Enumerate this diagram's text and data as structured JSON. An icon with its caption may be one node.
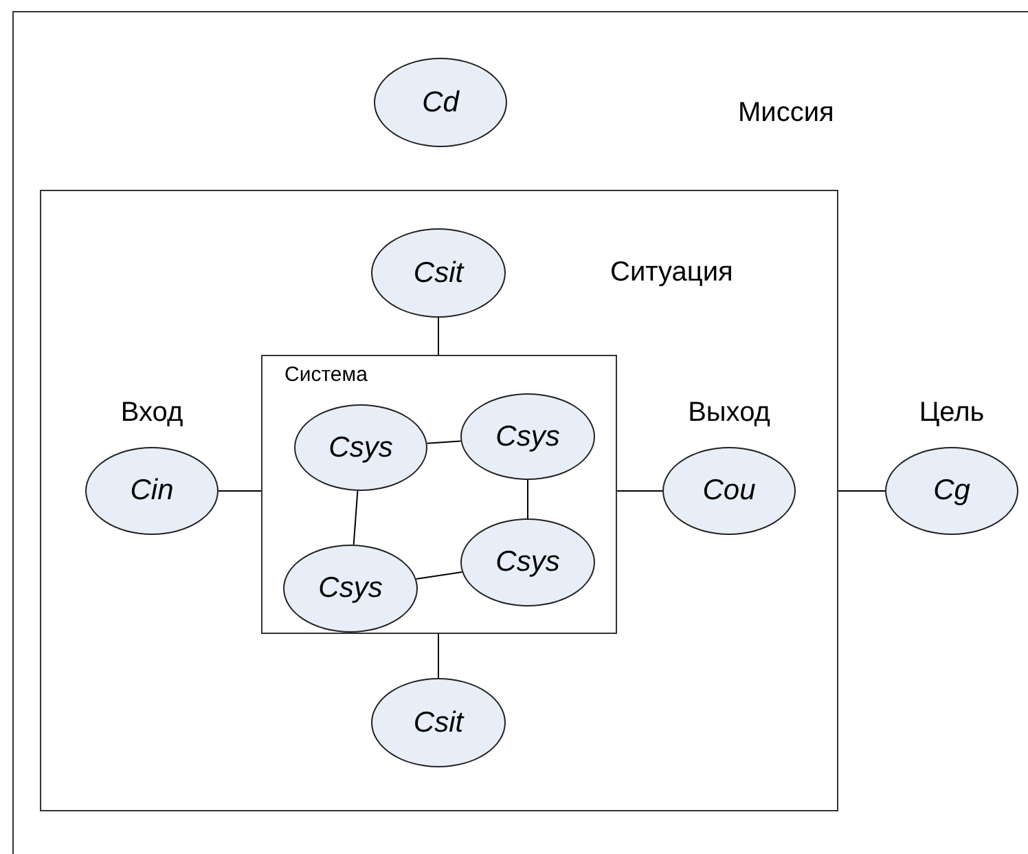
{
  "diagram": {
    "nodes": [
      {
        "text": [
          "Миссия"
        ]
      },
      {
        "text": [
          "Cd"
        ],
        "in": 0
      },
      {
        "text": [
          "Ситуация"
        ],
        "in": 0
      },
      {
        "text": [
          "Csit"
        ],
        "in": 2
      },
      {
        "text": [
          "Система"
        ],
        "in": 2
      },
      {
        "text": [
          "Csys"
        ],
        "in": 4
      },
      {
        "text": [
          "Csys"
        ],
        "in": 4
      },
      {
        "text": [
          "Csys"
        ],
        "in": 4
      },
      {
        "text": [
          "Csys"
        ],
        "in": 4
      },
      {
        "text": [
          "Cin"
        ],
        "beside": [
          "Вход"
        ],
        "in": 2
      },
      {
        "text": [
          "Cou"
        ],
        "beside": [
          "Выход"
        ],
        "in": 2
      },
      {
        "text": [
          "Csit"
        ],
        "in": 2
      },
      {
        "text": [
          "Cg"
        ],
        "beside": [
          "Цель"
        ],
        "in": 0
      }
    ],
    "edges": [
      {
        "from": 3,
        "to": 4,
        "arrow": "none"
      },
      {
        "from": 5,
        "to": 6,
        "arrow": "none"
      },
      {
        "from": 6,
        "to": 8,
        "arrow": "none"
      },
      {
        "from": 5,
        "to": 7,
        "arrow": "none"
      },
      {
        "from": 7,
        "to": 8,
        "arrow": "none"
      },
      {
        "from": 9,
        "to": 4,
        "arrow": "none"
      },
      {
        "from": 4,
        "to": 10,
        "arrow": "none"
      },
      {
        "from": 4,
        "to": 11,
        "arrow": "none"
      },
      {
        "from": 2,
        "to": 12,
        "arrow": "none"
      }
    ]
  }
}
